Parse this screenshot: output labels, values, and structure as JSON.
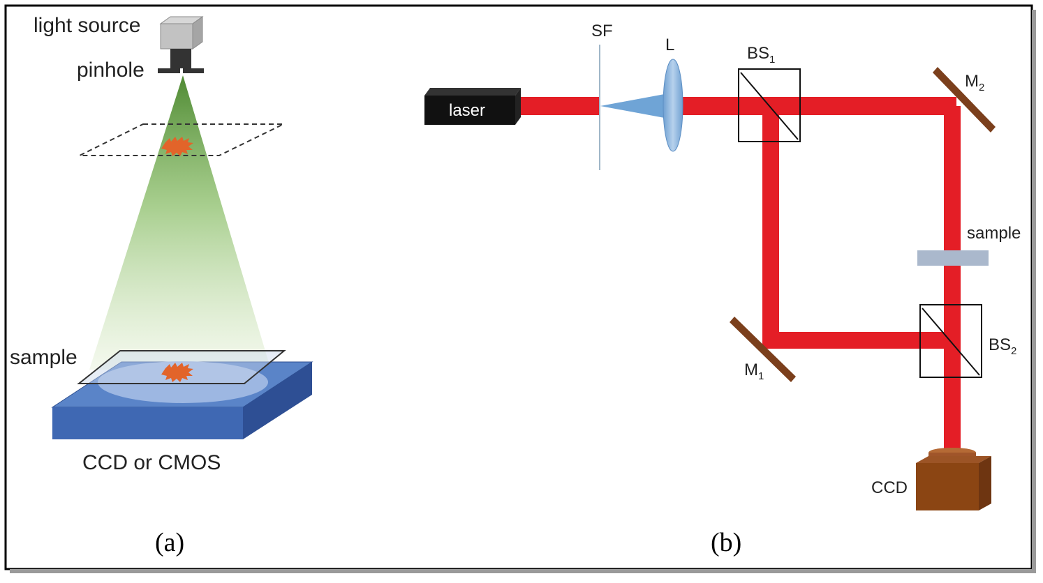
{
  "panel_a": {
    "caption": "(a)",
    "labels": {
      "light_source": "light source",
      "pinhole": "pinhole",
      "sample": "sample",
      "sensor": "CCD or CMOS"
    }
  },
  "panel_b": {
    "caption": "(b)",
    "labels": {
      "laser": "laser",
      "spatial_filter": "SF",
      "lens": "L",
      "beam_splitter_1": "BS",
      "beam_splitter_1_sub": "1",
      "mirror_2": "M",
      "mirror_2_sub": "2",
      "sample": "sample",
      "beam_splitter_2": "BS",
      "beam_splitter_2_sub": "2",
      "mirror_1": "M",
      "mirror_1_sub": "1",
      "camera": "CCD"
    }
  },
  "colors": {
    "laser_beam": "#e41e26",
    "green_cone": "#5a9a3c",
    "sensor_blue": "#3f68b3",
    "mirror_brown": "#7b3f1c",
    "camera_brown": "#8b4513",
    "sample_specimen": "#e2642a",
    "lens_blue": "#8db4dc",
    "sample_slide": "#aab8cc"
  }
}
